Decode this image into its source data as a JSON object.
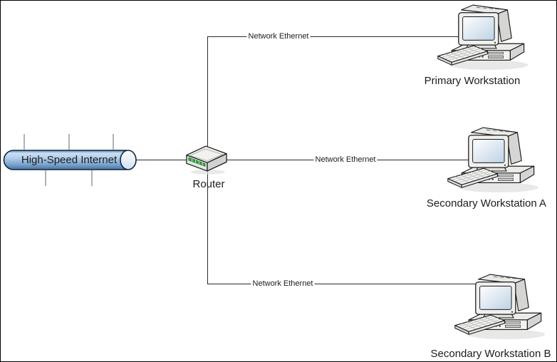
{
  "diagram": {
    "internet": {
      "label": "High-Speed Internet",
      "icon": "internet-pipe-icon"
    },
    "router": {
      "label": "Router",
      "icon": "router-icon"
    },
    "links": [
      {
        "label": "Network Ethernet",
        "from": "Router",
        "to": "Primary Workstation"
      },
      {
        "label": "Network Ethernet",
        "from": "Router",
        "to": "Secondary Workstation A"
      },
      {
        "label": "Network Ethernet",
        "from": "Router",
        "to": "Secondary Workstation B"
      }
    ],
    "workstations": [
      {
        "label": "Primary Workstation",
        "icon": "workstation-icon"
      },
      {
        "label": "Secondary Workstation A",
        "icon": "workstation-icon"
      },
      {
        "label": "Secondary Workstation B",
        "icon": "workstation-icon"
      }
    ],
    "colors": {
      "background": "#ffffff",
      "canvas_border": "#000000",
      "connector_line": "#2b2b2b",
      "pipe_blue_light": "#cbdff2",
      "pipe_blue_dark": "#49749f",
      "pipe_border": "#0f2442",
      "router_led_green": "#2fa23c"
    }
  }
}
